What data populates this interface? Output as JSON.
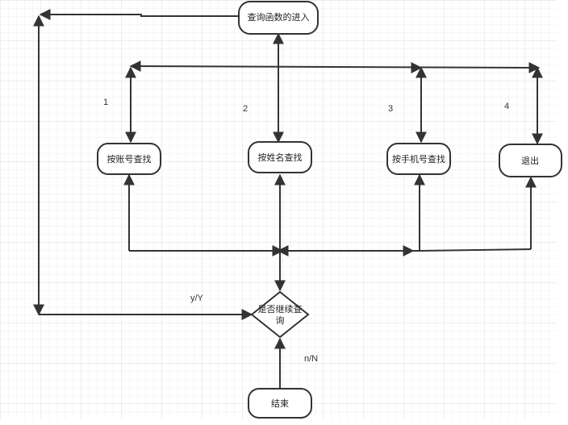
{
  "diagram": {
    "nodes": {
      "entry": "查询函数的进入",
      "by_account": "按账号查找",
      "by_name": "按姓名查找",
      "by_phone": "按手机号查找",
      "exit": "退出",
      "decision_line1": "是否继续查",
      "decision_line2": "询",
      "end": "结束"
    },
    "labels": {
      "opt1": "1",
      "opt2": "2",
      "opt3": "3",
      "opt4": "4",
      "yes": "y/Y",
      "no": "n/N"
    },
    "colors": {
      "line": "#333333",
      "grid_minor": "#eeeeee",
      "grid_major": "#dddddd",
      "node_fill": "#ffffff",
      "node_stroke": "#333333"
    }
  }
}
